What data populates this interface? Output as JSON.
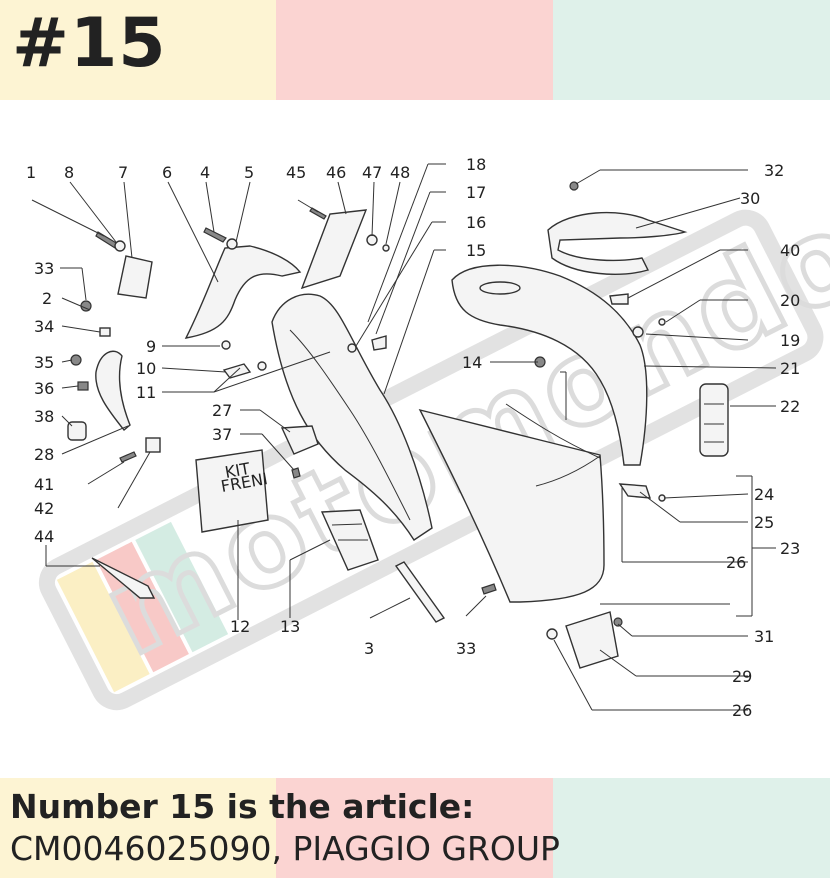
{
  "header": {
    "title": "#15"
  },
  "colors": {
    "yellow": "#fdf4d3",
    "pink": "#fbd4d2",
    "mint": "#dff1ea",
    "ink": "#222222"
  },
  "diagram": {
    "watermark": "motomondo",
    "kit_label_line1": "KIT",
    "kit_label_line2": "FRENI",
    "labels": [
      "1",
      "8",
      "7",
      "6",
      "4",
      "5",
      "45",
      "46",
      "47",
      "48",
      "18",
      "17",
      "16",
      "15",
      "32",
      "30",
      "40",
      "20",
      "19",
      "21",
      "22",
      "33",
      "2",
      "34",
      "35",
      "36",
      "38",
      "28",
      "41",
      "42",
      "44",
      "9",
      "10",
      "11",
      "27",
      "37",
      "14",
      "24",
      "25",
      "26",
      "23",
      "31",
      "29",
      "26",
      "12",
      "13",
      "3",
      "33"
    ]
  },
  "footer": {
    "line1": "Number 15 is the article:",
    "line2": "CM0046025090, PIAGGIO GROUP"
  }
}
